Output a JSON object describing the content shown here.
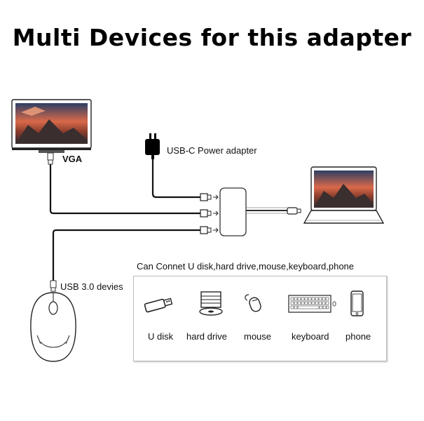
{
  "title": "Multi Devices for this adapter",
  "labels": {
    "vga": "VGA",
    "usbc_power": "USB-C Power adapter",
    "usb30": "USB 3.0 devies",
    "can_connect": "Can Connet U disk,hard drive,mouse,keyboard,phone"
  },
  "devices": [
    {
      "icon": "usb-flash-drive-icon",
      "label": "U disk"
    },
    {
      "icon": "hard-drive-icon",
      "label": "hard drive"
    },
    {
      "icon": "mouse-icon",
      "label": "mouse"
    },
    {
      "icon": "keyboard-icon",
      "label": "keyboard"
    },
    {
      "icon": "phone-icon",
      "label": "phone"
    }
  ]
}
